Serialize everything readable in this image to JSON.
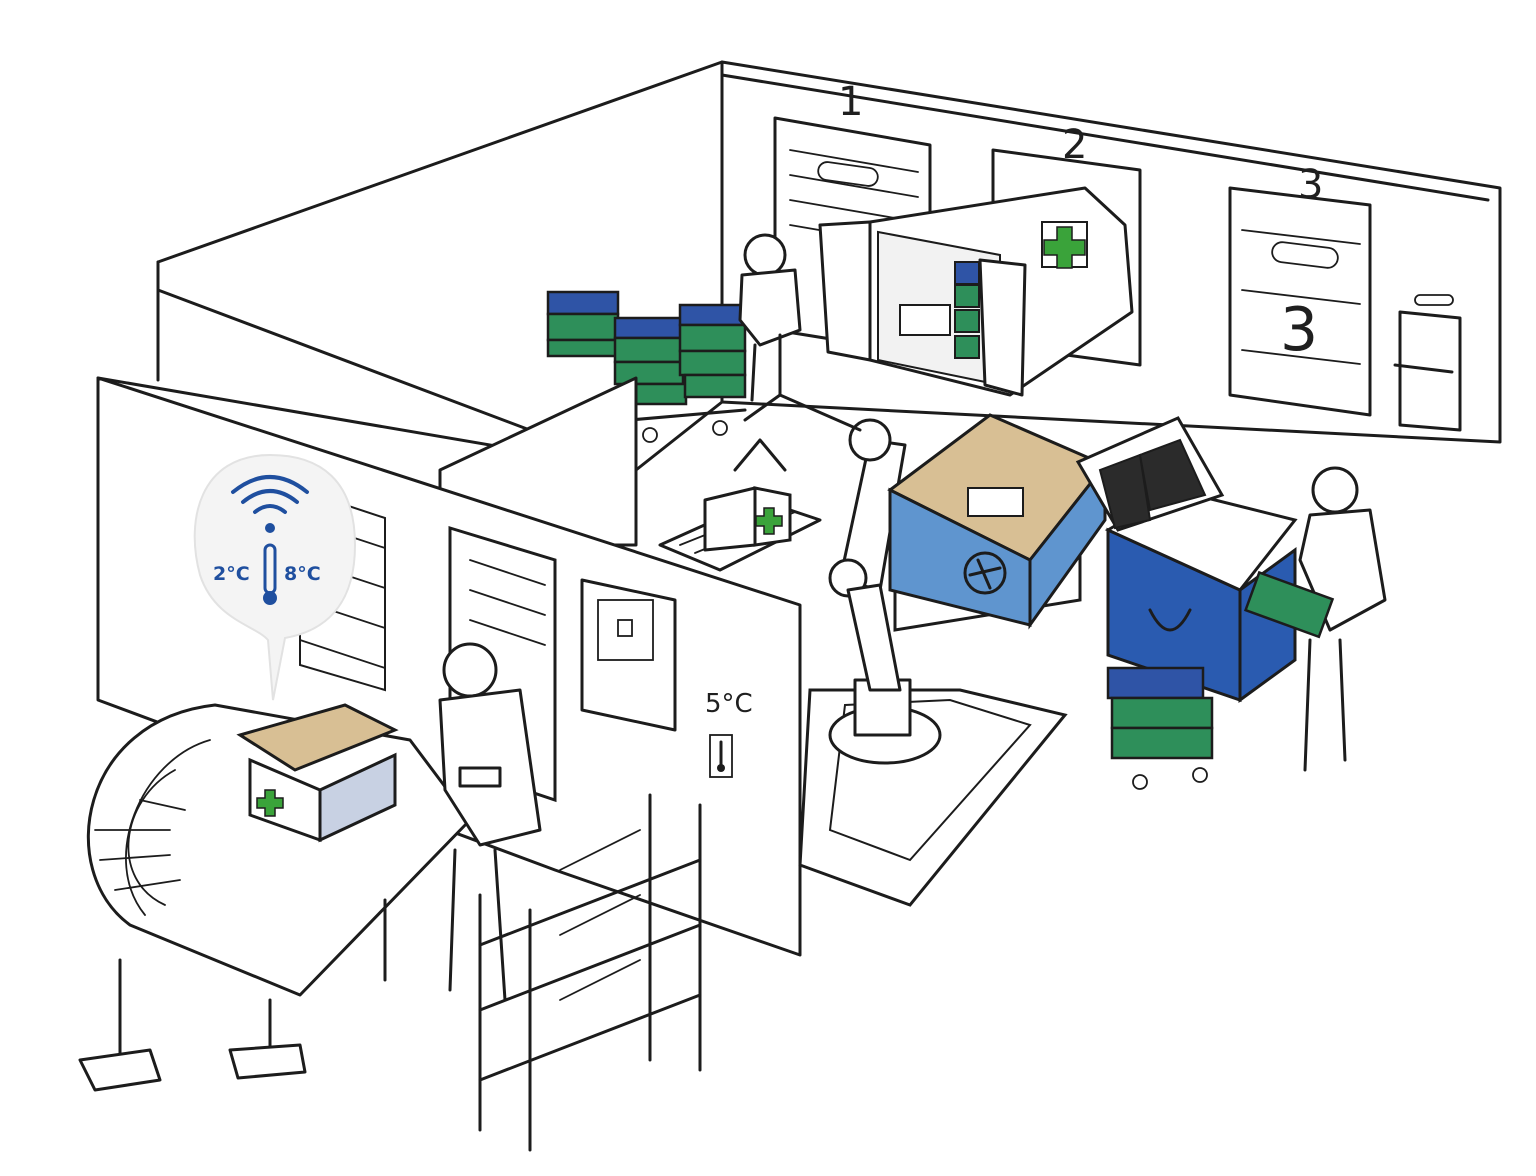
{
  "colors": {
    "crate_blue": "#2f54a6",
    "crate_green": "#2e8f5a",
    "pallet_blue": "#5f95cf",
    "cardboard": "#d8bf94",
    "cold_bag_blue": "#2a5bb0",
    "cross_green": "#3aa33a",
    "sensor_blue": "#1f4f9f",
    "line": "#1c1c1c"
  },
  "docks": [
    {
      "number": "1"
    },
    {
      "number": "2"
    },
    {
      "number": "3",
      "door_number": "3"
    }
  ],
  "cold_room": {
    "temperature": "5°C",
    "icon": "thermometer-icon"
  },
  "sensor_bubble": {
    "min_temp": "2°C",
    "max_temp": "8°C",
    "icons": [
      "wifi-signal-icon",
      "thermometer-icon"
    ]
  }
}
